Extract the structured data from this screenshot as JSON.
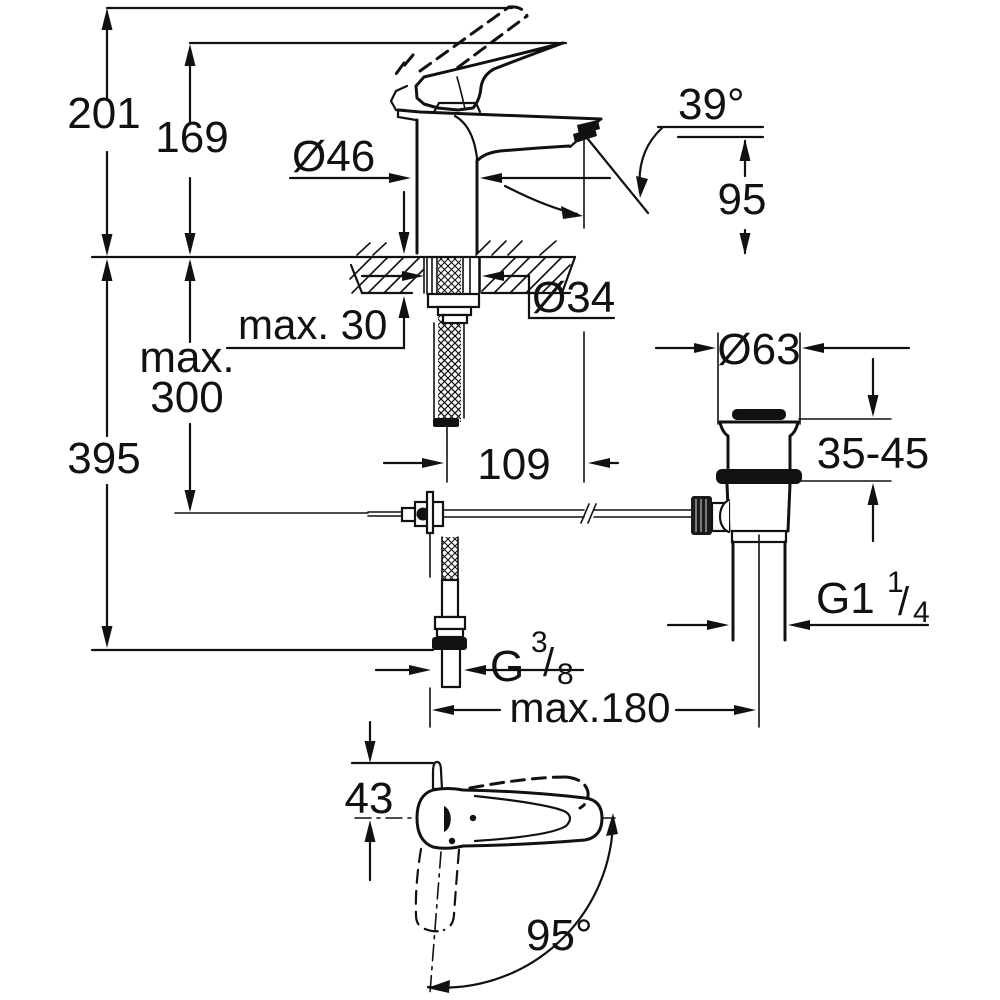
{
  "drawing": {
    "background": "#ffffff",
    "ink": "#111111",
    "labels": {
      "overall_height": "201",
      "spout_top_height": "169",
      "body_diameter": "Ø46",
      "spout_angle": "39°",
      "spout_outlet_height": "95",
      "deck_max_thickness": "max. 30",
      "mounting_hole_diameter": "Ø34",
      "hose_drop_max_word": "max.",
      "hose_drop_max_value": "300",
      "total_height_below": "395",
      "spout_reach": "109",
      "waste_flange_diameter": "Ø63",
      "basin_clamp_range": "35-45",
      "waste_thread": {
        "prefix": "G1",
        "numerator": "1",
        "slash": "/",
        "denominator": "4"
      },
      "supply_thread": {
        "prefix": "G",
        "numerator": "3",
        "slash": "/",
        "denominator": "8"
      },
      "rod_reach_max": "max.180",
      "handle_offset": "43",
      "handle_swing_angle": "95°"
    }
  }
}
